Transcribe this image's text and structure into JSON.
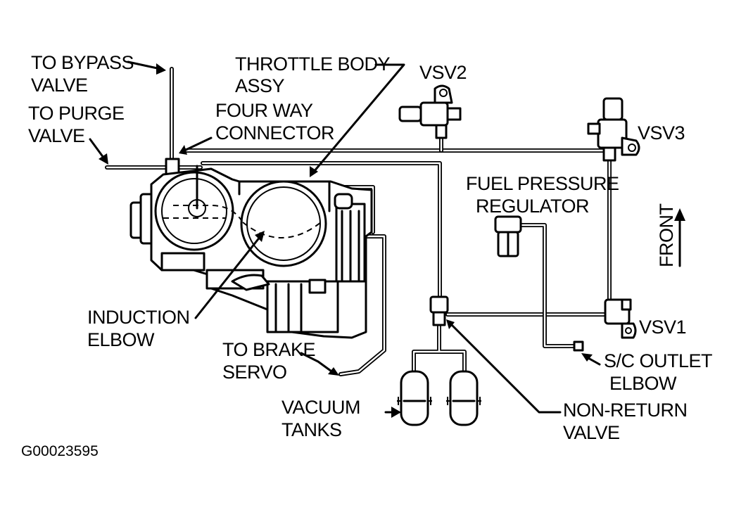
{
  "labels": {
    "bypass_1": "TO BYPASS",
    "bypass_2": "VALVE",
    "purge_1": "TO PURGE",
    "purge_2": "VALVE",
    "throttle_1": "THROTTLE BODY",
    "throttle_2": "ASSY",
    "fourway_1": "FOUR WAY",
    "fourway_2": "CONNECTOR",
    "vsv2": "VSV2",
    "vsv3": "VSV3",
    "vsv1": "VSV1",
    "fpr_1": "FUEL PRESSURE",
    "fpr_2": "REGULATOR",
    "front": "FRONT",
    "induction_1": "INDUCTION",
    "induction_2": "ELBOW",
    "brake_1": "TO BRAKE",
    "brake_2": "SERVO",
    "sc_1": "S/C OUTLET",
    "sc_2": "ELBOW",
    "tanks_1": "VACUUM",
    "tanks_2": "TANKS",
    "nonret_1": "NON-RETURN",
    "nonret_2": "VALVE",
    "code": "G00023595"
  }
}
